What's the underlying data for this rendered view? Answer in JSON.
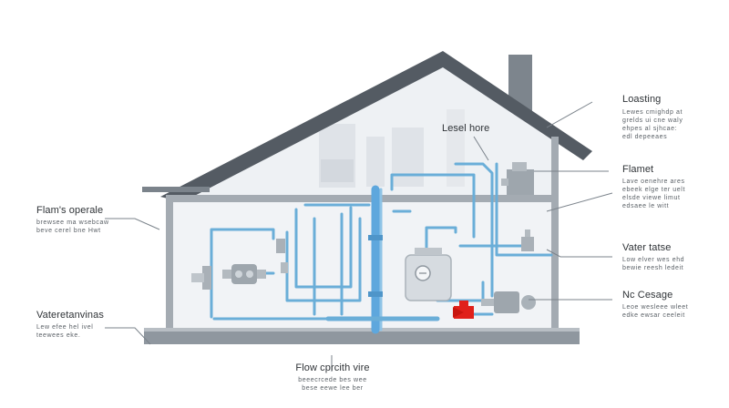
{
  "colors": {
    "pipe": "#6aaed8",
    "pipe_main": "#5ea7dd",
    "roof": "#545b63",
    "wall": "#9aa1a8",
    "interior": "#eef1f4",
    "ghost": "#d7dce1",
    "fixture": "#a9b0b7",
    "valve": "#e0201a"
  },
  "labels": {
    "top_right": {
      "title": "Loasting",
      "lines": [
        "Lewes cmighdp at",
        "grelds ui cne waly",
        "ehpes al sjhcae:",
        "edl depeeaes"
      ]
    },
    "roof_center": {
      "title": "Lesel hore"
    },
    "right_upper": {
      "title": "Flamet",
      "lines": [
        "Lave oenehre ares",
        "ebeek elge ter uelt",
        "elsde viewe limut",
        "edsaee le witt"
      ]
    },
    "right_middle": {
      "title": "Vater tatse",
      "lines": [
        "Low elver wes ehd",
        "bewie reesh ledeit"
      ]
    },
    "right_lower": {
      "title": "Nc Cesage",
      "lines": [
        "Leoe wesleee wleet",
        "edke ewsar ceeleit"
      ]
    },
    "left_upper": {
      "title": "Flam's operale",
      "lines": [
        "brewsee ma wsebcaw",
        "beve cerel bne Hwt"
      ]
    },
    "left_lower": {
      "title": "Vateretanvinas",
      "lines": [
        "Lew efee hel ivel",
        "teewees eke."
      ]
    },
    "bottom_center": {
      "title": "Flow cprcith vire",
      "lines": [
        "beeecrcede bes wee",
        "bese eewe lee ber"
      ]
    }
  },
  "icons": [
    "water-heater-icon",
    "pump-icon",
    "valve-icon",
    "meter-icon",
    "shutoff-valve-icon"
  ]
}
